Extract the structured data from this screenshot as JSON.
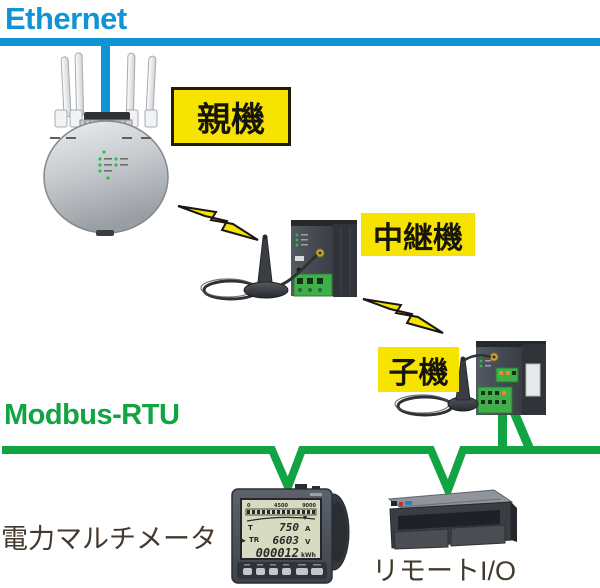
{
  "colors": {
    "ethernet_blue": "#1094d6",
    "modbus_green": "#12a342",
    "label_yellow": "#f6e400",
    "label_border": "#221c06",
    "caption_brown": "#43392d",
    "lcd_bg": "#d8dbc2",
    "lcd_ink": "#272b25"
  },
  "network": {
    "ethernet_label": "Ethernet",
    "modbus_label": "Modbus-RTU"
  },
  "labels": {
    "parent": "親機",
    "repeater": "中継機",
    "child": "子機",
    "power_meter": "電力マルチメータ",
    "remote_io": "リモートI/O"
  },
  "meter_display": {
    "scale_left": "0",
    "scale_mid": "4500",
    "scale_right": "9000",
    "row1_tag": "T",
    "row1_value": "750",
    "row1_unit": "A",
    "row2_pointer": "▶",
    "row2_tag": "TR",
    "row2_value": "6603",
    "row2_unit": "V",
    "row3_value": "000012",
    "row3_unit": "kWh"
  },
  "icons": {
    "wireless_link": "lightning-bolt"
  }
}
